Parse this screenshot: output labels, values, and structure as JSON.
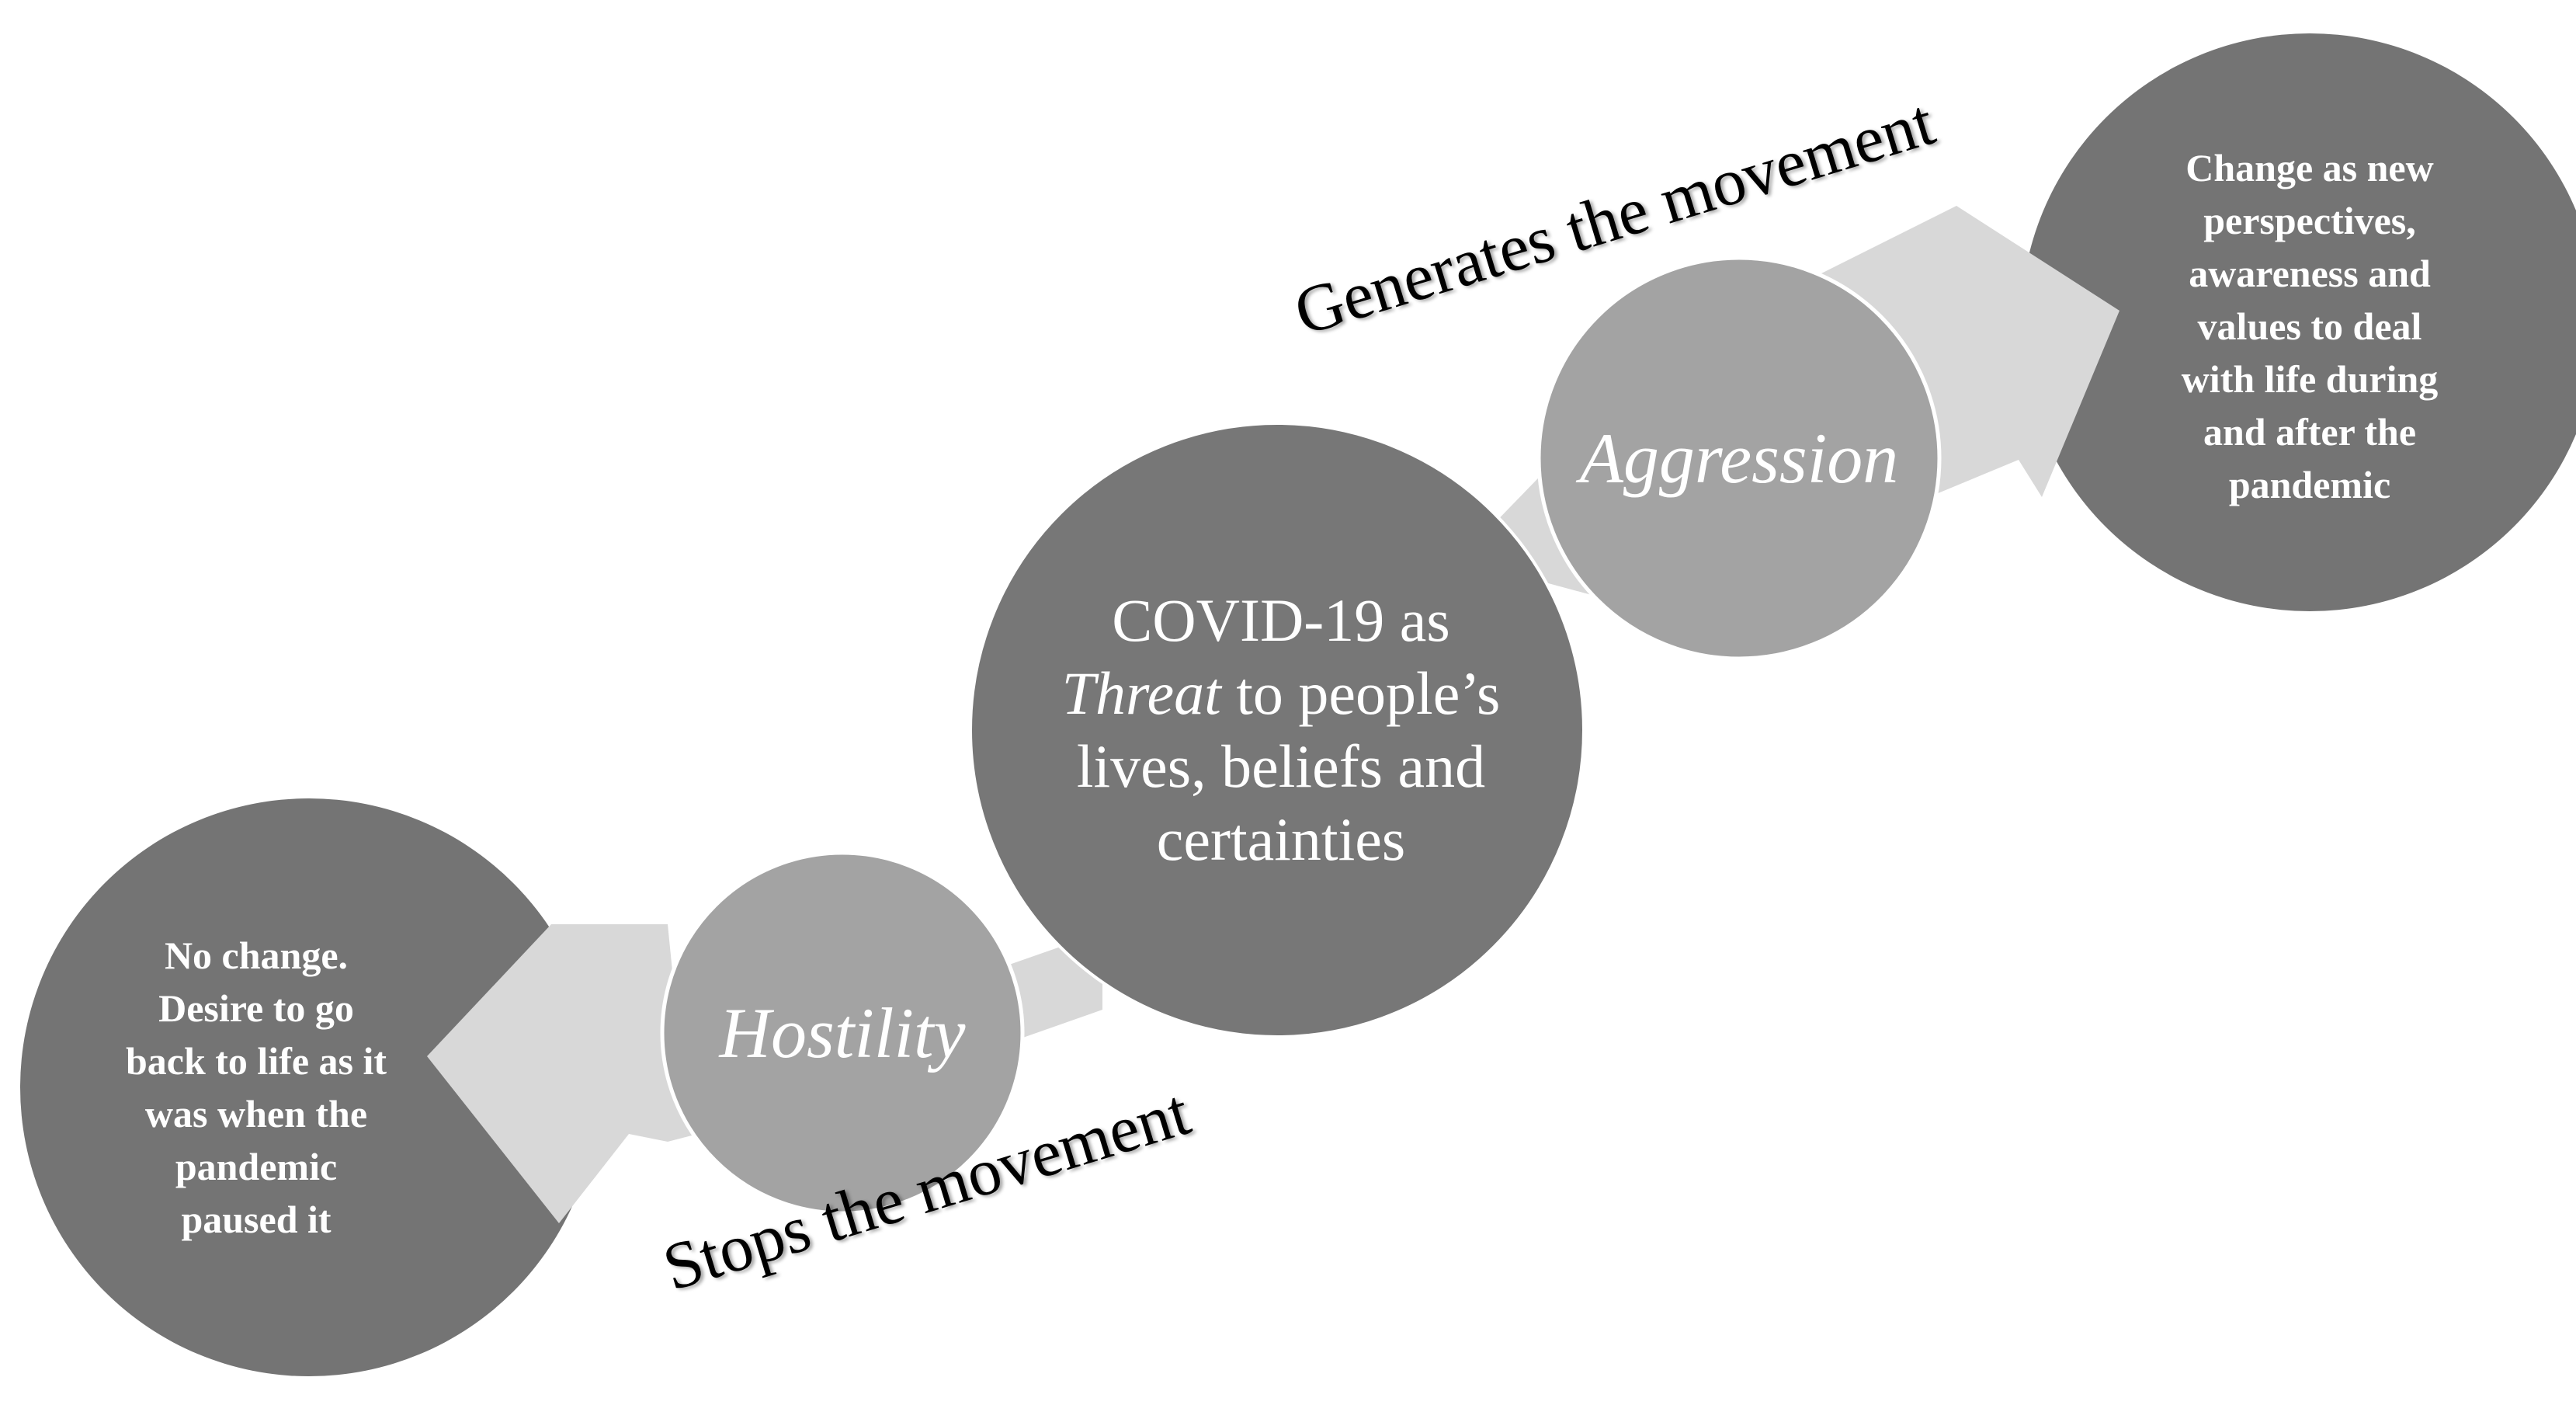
{
  "colors": {
    "outcome_circle": "#747474",
    "threat_circle": "#777777",
    "process_circle": "#a3a3a3",
    "arrow": "#d8d8d8",
    "circle_text": "#ffffff",
    "caption_text": "#000000"
  },
  "diagram": {
    "right_outcome": {
      "lines": [
        "Change as new",
        "perspectives,",
        "awareness and",
        "values to deal",
        "with life during",
        "and after the",
        "pandemic"
      ]
    },
    "left_outcome": {
      "lines": [
        "No change.",
        "Desire to go",
        "back to life as it",
        "was when the",
        "pandemic",
        "paused it"
      ]
    },
    "threat": {
      "line1": "COVID-19 as",
      "line2_em": "Threat",
      "line2_rest": " to people’s",
      "line3": "lives, beliefs and",
      "line4": "certainties"
    },
    "aggression_label": "Aggression",
    "hostility_label": "Hostility",
    "generates_caption": "Generates the movement",
    "stops_caption": "Stops the movement"
  }
}
